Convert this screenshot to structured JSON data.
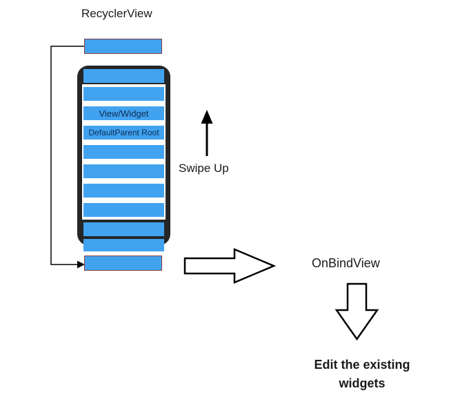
{
  "title": "RecyclerView",
  "phone": {
    "list_items": [
      {
        "label": ""
      },
      {
        "label": ""
      },
      {
        "label": "View/Widget"
      },
      {
        "label": "DefaultParent Root"
      },
      {
        "label": ""
      },
      {
        "label": ""
      },
      {
        "label": ""
      },
      {
        "label": ""
      },
      {
        "label": ""
      },
      {
        "label": ""
      }
    ]
  },
  "annotations": {
    "swipe_up": "Swipe Up",
    "on_bind_view": "OnBindView",
    "edit_line1": "Edit the existing",
    "edit_line2": "widgets"
  },
  "colors": {
    "item_blue": "#41a3f0",
    "item_border": "#8b3a3a",
    "phone_body": "#262626",
    "background": "#ffffff",
    "arrow_outline": "#000000"
  }
}
